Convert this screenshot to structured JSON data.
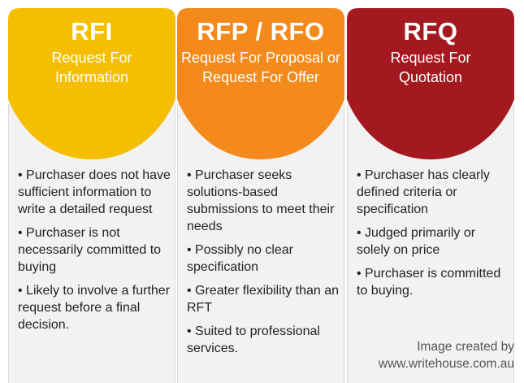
{
  "colors": {
    "rfi": "#f6be00",
    "rfp": "#f48a1c",
    "rfq": "#a3191f"
  },
  "columns": [
    {
      "title": "RFI",
      "subtitle": "Request For Information",
      "bullets": [
        "• Purchaser does not have sufficient information to write a detailed request",
        "• Purchaser is not necessarily committed to buying",
        "• Likely to involve a further request before a final decision."
      ]
    },
    {
      "title": "RFP / RFO",
      "subtitle": "Request For Proposal or Request For Offer",
      "bullets": [
        "• Purchaser seeks solutions-based submissions to meet their needs",
        "• Possibly no clear specification",
        "• Greater flexibility than an RFT",
        "• Suited to professional services."
      ]
    },
    {
      "title": "RFQ",
      "subtitle": "Request For Quotation",
      "bullets": [
        "• Purchaser has clearly defined criteria or specification",
        "• Judged primarily or solely on price",
        "• Purchaser is committed to buying."
      ]
    }
  ],
  "credit": {
    "line1": "Image created by",
    "line2": "www.writehouse.com.au"
  }
}
